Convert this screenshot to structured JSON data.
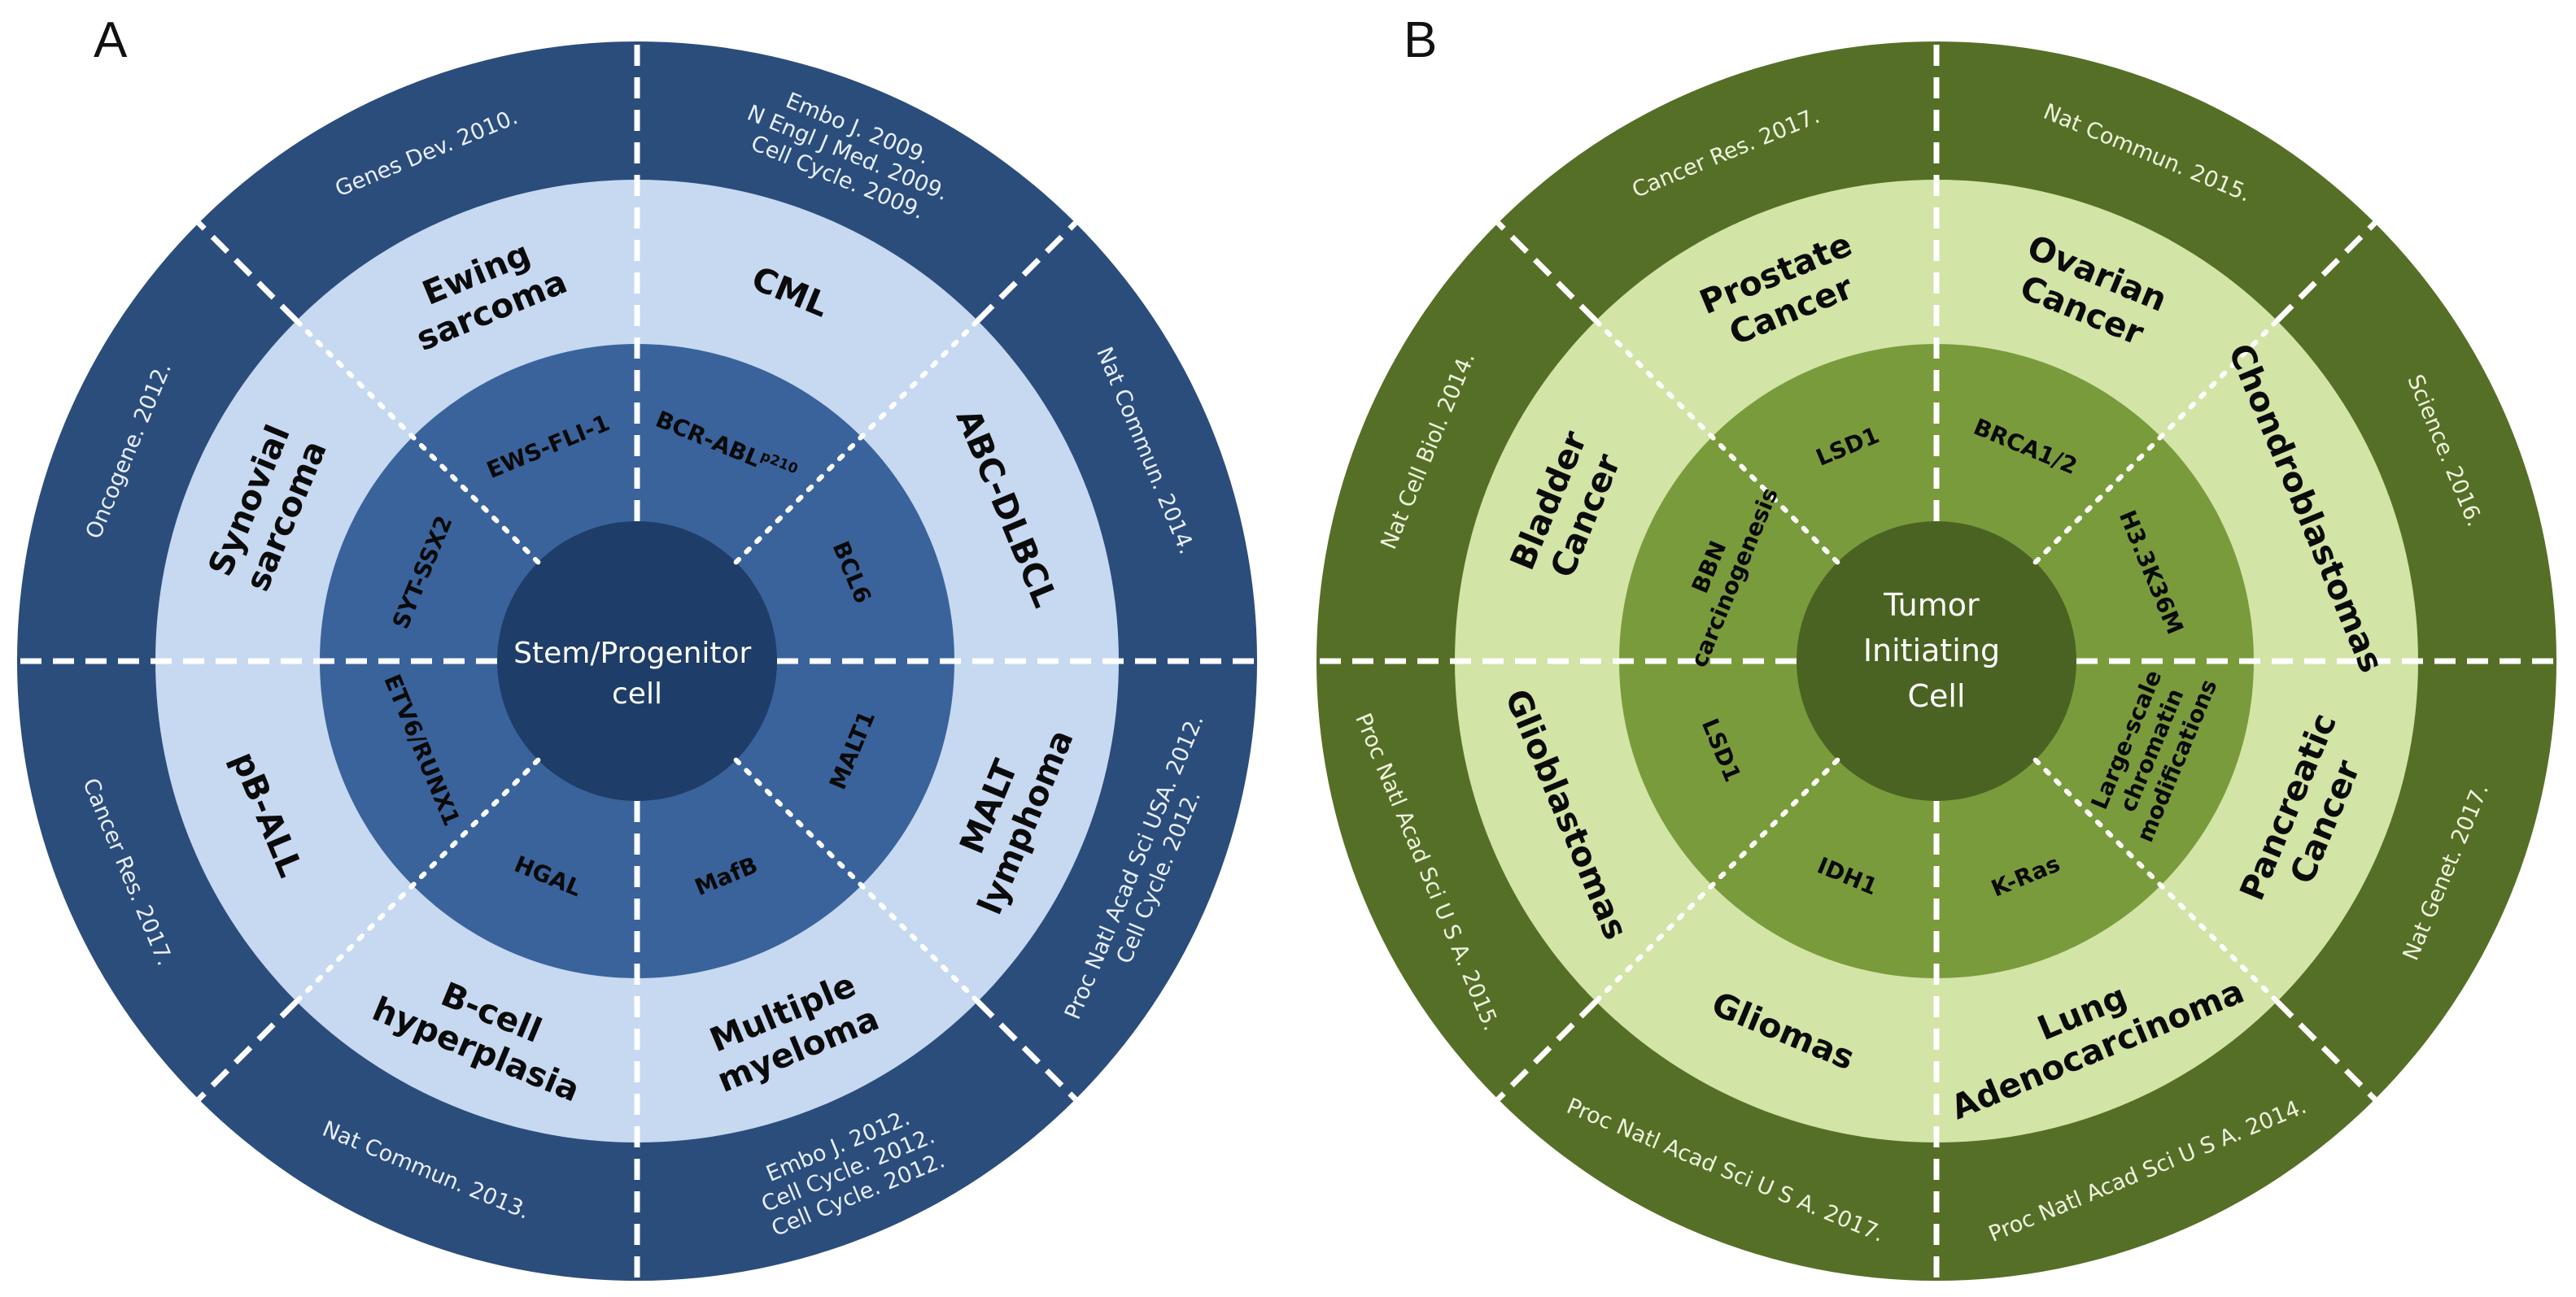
{
  "panels": [
    {
      "letter": "A",
      "colors": {
        "outer": "#2b4d7c",
        "middle": "#c6d9f1",
        "inner": "#3a639c",
        "center": "#1e3d68",
        "divider": "#ffffff"
      },
      "center_lines": [
        "Stem/Progenitor",
        "cell"
      ],
      "outer_refs": [
        {
          "lines": [
            "Embo J. 2009.",
            "N Engl J Med. 2009.",
            "Cell Cycle. 2009."
          ]
        },
        {
          "lines": [
            "Nat Commun. 2014."
          ]
        },
        {
          "lines": [
            "Proc Natl Acad Sci USA. 2012.",
            "Cell Cycle. 2012."
          ]
        },
        {
          "lines": [
            "Embo J. 2012.",
            "Cell Cycle. 2012.",
            "Cell Cycle. 2012."
          ]
        },
        {
          "lines": [
            "Nat Commun. 2013."
          ]
        },
        {
          "lines": [
            "Cancer Res. 2017."
          ]
        },
        {
          "lines": [
            "Oncogene. 2012."
          ]
        },
        {
          "lines": [
            "Genes Dev. 2010."
          ]
        }
      ],
      "diseases": [
        {
          "lines": [
            "CML"
          ]
        },
        {
          "lines": [
            "ABC-DLBCL"
          ]
        },
        {
          "lines": [
            "MALT",
            "lymphoma"
          ]
        },
        {
          "lines": [
            "Multiple",
            "myeloma"
          ]
        },
        {
          "lines": [
            "B-cell",
            "hyperplasia"
          ]
        },
        {
          "lines": [
            "pB-ALL"
          ]
        },
        {
          "lines": [
            "Synovial",
            "sarcoma"
          ]
        },
        {
          "lines": [
            "Ewing",
            "sarcoma"
          ]
        }
      ],
      "genes": [
        {
          "lines": [
            "BCR-ABL"
          ],
          "sup": "p210"
        },
        {
          "lines": [
            "BCL6"
          ]
        },
        {
          "lines": [
            "MALT1"
          ]
        },
        {
          "lines": [
            "MafB"
          ]
        },
        {
          "lines": [
            "HGAL"
          ]
        },
        {
          "lines": [
            "ETV6/RUNX1"
          ]
        },
        {
          "lines": [
            "SYT-SSX2"
          ]
        },
        {
          "lines": [
            "EWS-FLI-1"
          ]
        }
      ]
    },
    {
      "letter": "B",
      "colors": {
        "outer": "#566f26",
        "middle": "#d2e4a6",
        "inner": "#7a9b3c",
        "center": "#4b6322",
        "divider": "#ffffff"
      },
      "center_lines": [
        "Tumor",
        "Initiating",
        "Cell"
      ],
      "outer_refs": [
        {
          "lines": [
            "Nat Commun. 2015."
          ]
        },
        {
          "lines": [
            "Science. 2016."
          ]
        },
        {
          "lines": [
            "Nat Genet. 2017."
          ]
        },
        {
          "lines": [
            "Proc Natl Acad Sci U S A. 2014."
          ]
        },
        {
          "lines": [
            "Proc Natl Acad Sci U S A. 2017."
          ]
        },
        {
          "lines": [
            "Proc Natl Acad Sci U S A. 2015."
          ]
        },
        {
          "lines": [
            "Nat Cell Biol. 2014."
          ]
        },
        {
          "lines": [
            "Cancer Res. 2017."
          ]
        }
      ],
      "diseases": [
        {
          "lines": [
            "Ovarian",
            "Cancer"
          ]
        },
        {
          "lines": [
            "Chondroblastomas"
          ]
        },
        {
          "lines": [
            "Pancreatic",
            "Cancer"
          ]
        },
        {
          "lines": [
            "Lung",
            "Adenocarcinoma"
          ]
        },
        {
          "lines": [
            "Gliomas"
          ]
        },
        {
          "lines": [
            "Glioblastomas"
          ]
        },
        {
          "lines": [
            "Bladder",
            "Cancer"
          ]
        },
        {
          "lines": [
            "Prostate",
            "Cancer"
          ]
        }
      ],
      "genes": [
        {
          "lines": [
            "BRCA1/2"
          ]
        },
        {
          "lines": [
            "H3.3K36M"
          ]
        },
        {
          "lines": [
            "Large-scale",
            "chromatin",
            "modifications"
          ]
        },
        {
          "lines": [
            "K-Ras"
          ]
        },
        {
          "lines": [
            "IDH1"
          ]
        },
        {
          "lines": [
            "LSD1"
          ]
        },
        {
          "lines": [
            "BBN",
            "carcinogenesis"
          ]
        },
        {
          "lines": [
            "LSD1"
          ]
        }
      ]
    }
  ]
}
